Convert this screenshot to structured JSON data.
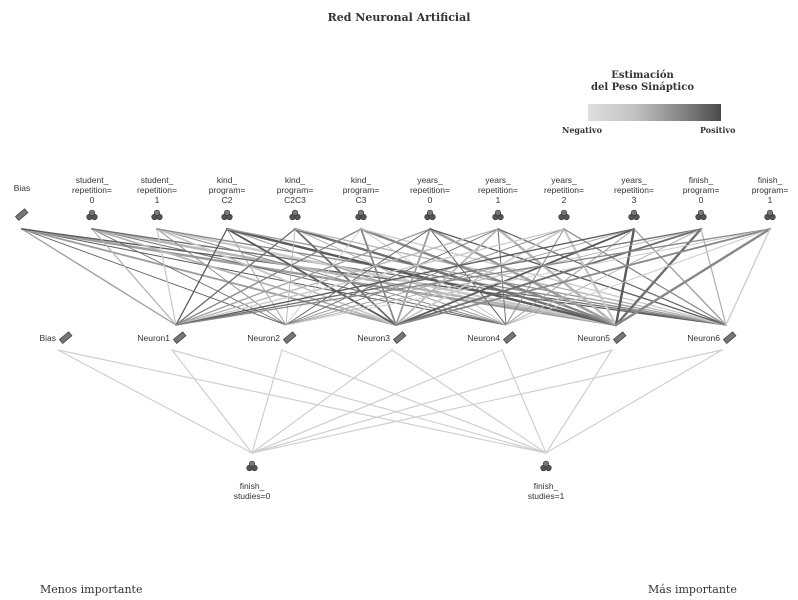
{
  "title": "Red Neuronal Artificial",
  "legend": {
    "title_line1": "Estimación",
    "title_line2": "del Peso Sináptico",
    "negative": "Negativo",
    "positive": "Positivo"
  },
  "footer": {
    "left": "Menos importante",
    "right": "Más importante"
  },
  "input_layer": [
    {
      "id": "bias_in",
      "lines": [
        "Bias"
      ],
      "kind": "bias"
    },
    {
      "id": "sr0",
      "lines": [
        "student_",
        "repetition=",
        "0"
      ],
      "kind": "cat"
    },
    {
      "id": "sr1",
      "lines": [
        "student_",
        "repetition=",
        "1"
      ],
      "kind": "cat"
    },
    {
      "id": "kpC2",
      "lines": [
        "kind_",
        "program=",
        "C2"
      ],
      "kind": "cat"
    },
    {
      "id": "kpC2C3",
      "lines": [
        "kind_",
        "program=",
        "C2C3"
      ],
      "kind": "cat"
    },
    {
      "id": "kpC3",
      "lines": [
        "kind_",
        "program=",
        "C3"
      ],
      "kind": "cat"
    },
    {
      "id": "yr0",
      "lines": [
        "years_",
        "repetition=",
        "0"
      ],
      "kind": "cat"
    },
    {
      "id": "yr1",
      "lines": [
        "years_",
        "repetition=",
        "1"
      ],
      "kind": "cat"
    },
    {
      "id": "yr2",
      "lines": [
        "years_",
        "repetition=",
        "2"
      ],
      "kind": "cat"
    },
    {
      "id": "yr3",
      "lines": [
        "years_",
        "repetition=",
        "3"
      ],
      "kind": "cat"
    },
    {
      "id": "fp0",
      "lines": [
        "finish_",
        "program=",
        "0"
      ],
      "kind": "cat"
    },
    {
      "id": "fp1",
      "lines": [
        "finish_",
        "program=",
        "1"
      ],
      "kind": "cat"
    }
  ],
  "hidden_layer": [
    {
      "id": "bias_h",
      "label": "Bias",
      "kind": "bias"
    },
    {
      "id": "n1",
      "label": "Neuron1",
      "kind": "neuron"
    },
    {
      "id": "n2",
      "label": "Neuron2",
      "kind": "neuron"
    },
    {
      "id": "n3",
      "label": "Neuron3",
      "kind": "neuron"
    },
    {
      "id": "n4",
      "label": "Neuron4",
      "kind": "neuron"
    },
    {
      "id": "n5",
      "label": "Neuron5",
      "kind": "neuron"
    },
    {
      "id": "n6",
      "label": "Neuron6",
      "kind": "neuron"
    }
  ],
  "output_layer": [
    {
      "id": "fs0",
      "lines": [
        "finish_",
        "studies=0"
      ],
      "kind": "cat"
    },
    {
      "id": "fs1",
      "lines": [
        "finish_",
        "studies=1"
      ],
      "kind": "cat"
    }
  ],
  "colors": {
    "text": "#333333",
    "weight_strong": "#555555",
    "weight_weak": "#d0d0d0"
  }
}
